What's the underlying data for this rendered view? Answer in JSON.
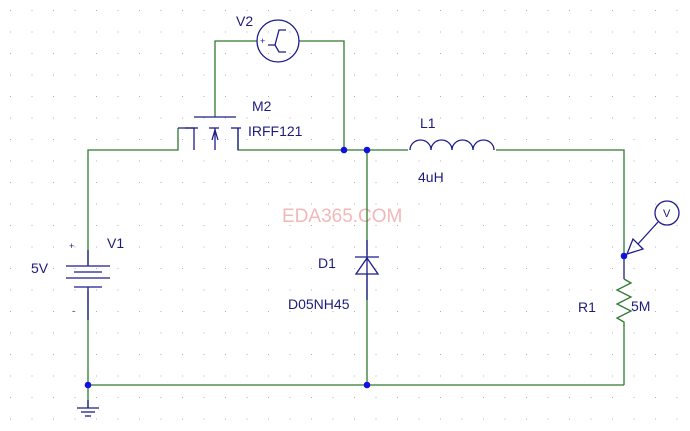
{
  "components": {
    "v2": {
      "ref": "V2"
    },
    "m2": {
      "ref": "M2",
      "value": "IRFF121"
    },
    "l1": {
      "ref": "L1",
      "value": "4uH"
    },
    "v1": {
      "ref": "V1",
      "value": "5V",
      "plus": "+",
      "minus": "-"
    },
    "d1": {
      "ref": "D1",
      "value": "D05NH45"
    },
    "r1": {
      "ref": "R1",
      "value": "5M"
    },
    "probe": {
      "label": "V"
    }
  },
  "watermark": "EDA365.COM",
  "colors": {
    "wire": "#2e7a2e",
    "component": "#1c1c8c",
    "junction": "#1010e0"
  }
}
